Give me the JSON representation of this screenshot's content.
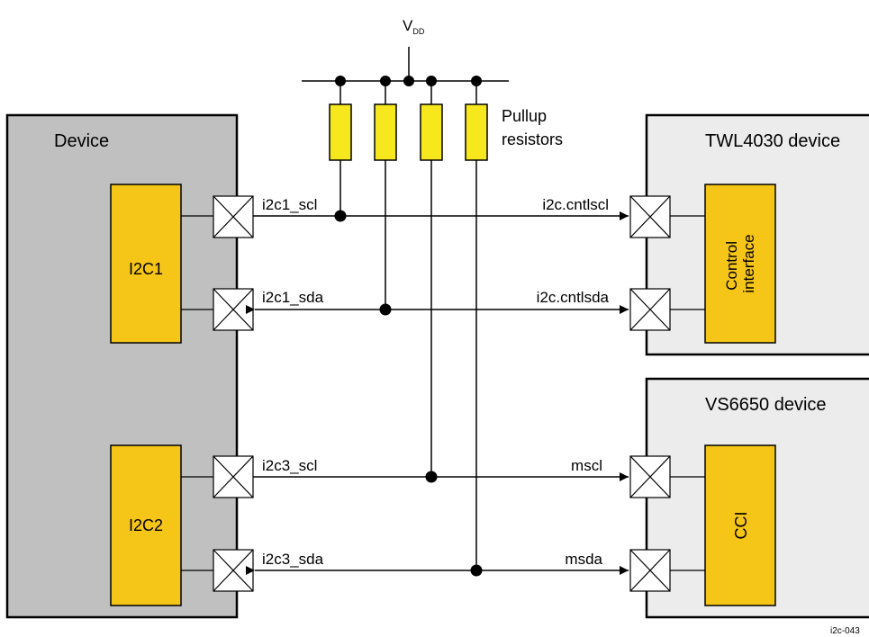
{
  "supply": {
    "label": "V",
    "subscript": "DD"
  },
  "pullup": {
    "line1": "Pullup",
    "line2": "resistors"
  },
  "device": {
    "title": "Device",
    "i2c1": "I2C1",
    "i2c2": "I2C2"
  },
  "twl4030": {
    "title": "TWL4030 device",
    "block_line1": "Control",
    "block_line2": "interface"
  },
  "vs6650": {
    "title": "VS6650 device",
    "block": "CCI"
  },
  "signals": {
    "i2c1_scl": "i2c1_scl",
    "i2c1_sda": "i2c1_sda",
    "i2c3_scl": "i2c3_scl",
    "i2c3_sda": "i2c3_sda",
    "cntlscl": "i2c.cntlscl",
    "cntlsda": "i2c.cntlsda",
    "mscl": "mscl",
    "msda": "msda"
  },
  "figure_id": "i2c-043",
  "colors": {
    "device_fill": "#c0c0c0",
    "peripheral_fill": "#ececec",
    "block_fill": "#f5c518",
    "resistor_fill": "#f7e81e",
    "line": "#000000"
  }
}
